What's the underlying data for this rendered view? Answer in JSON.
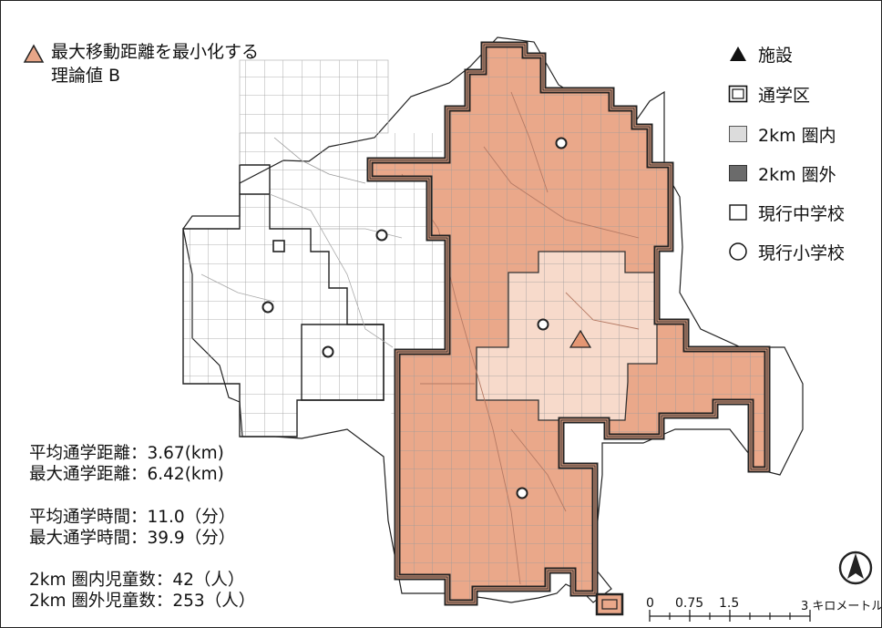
{
  "title": {
    "line1": "最大移動距離を最小化する",
    "line2": "理論値 B",
    "marker_color": "#e8a688"
  },
  "legend": [
    {
      "icon": "triangle-icon",
      "label": "施設"
    },
    {
      "icon": "double-square-icon",
      "label": "通学区"
    },
    {
      "icon": "light-square-icon",
      "label": "2km 圏内"
    },
    {
      "icon": "dark-square-icon",
      "label": "2km 圏外"
    },
    {
      "icon": "square-icon",
      "label": "現行中学校"
    },
    {
      "icon": "circle-icon",
      "label": "現行小学校"
    }
  ],
  "stats": {
    "avg_distance": "平均通学距離：3.67(km)",
    "max_distance": "最大通学距離：6.42(km)",
    "avg_time": "平均通学時間：11.0（分）",
    "max_time": "最大通学時間：39.9（分）",
    "within_2km": "2km 圏内児童数：42（人）",
    "beyond_2km": "2km 圏外児童数：253（人）"
  },
  "scale": {
    "labels": [
      "0",
      "0.75",
      "1.5",
      "3 キロメートル"
    ]
  },
  "colors": {
    "zone_fill": "#eaa88a",
    "inner_fill": "#f5d7c8",
    "facility": "#e49673"
  }
}
